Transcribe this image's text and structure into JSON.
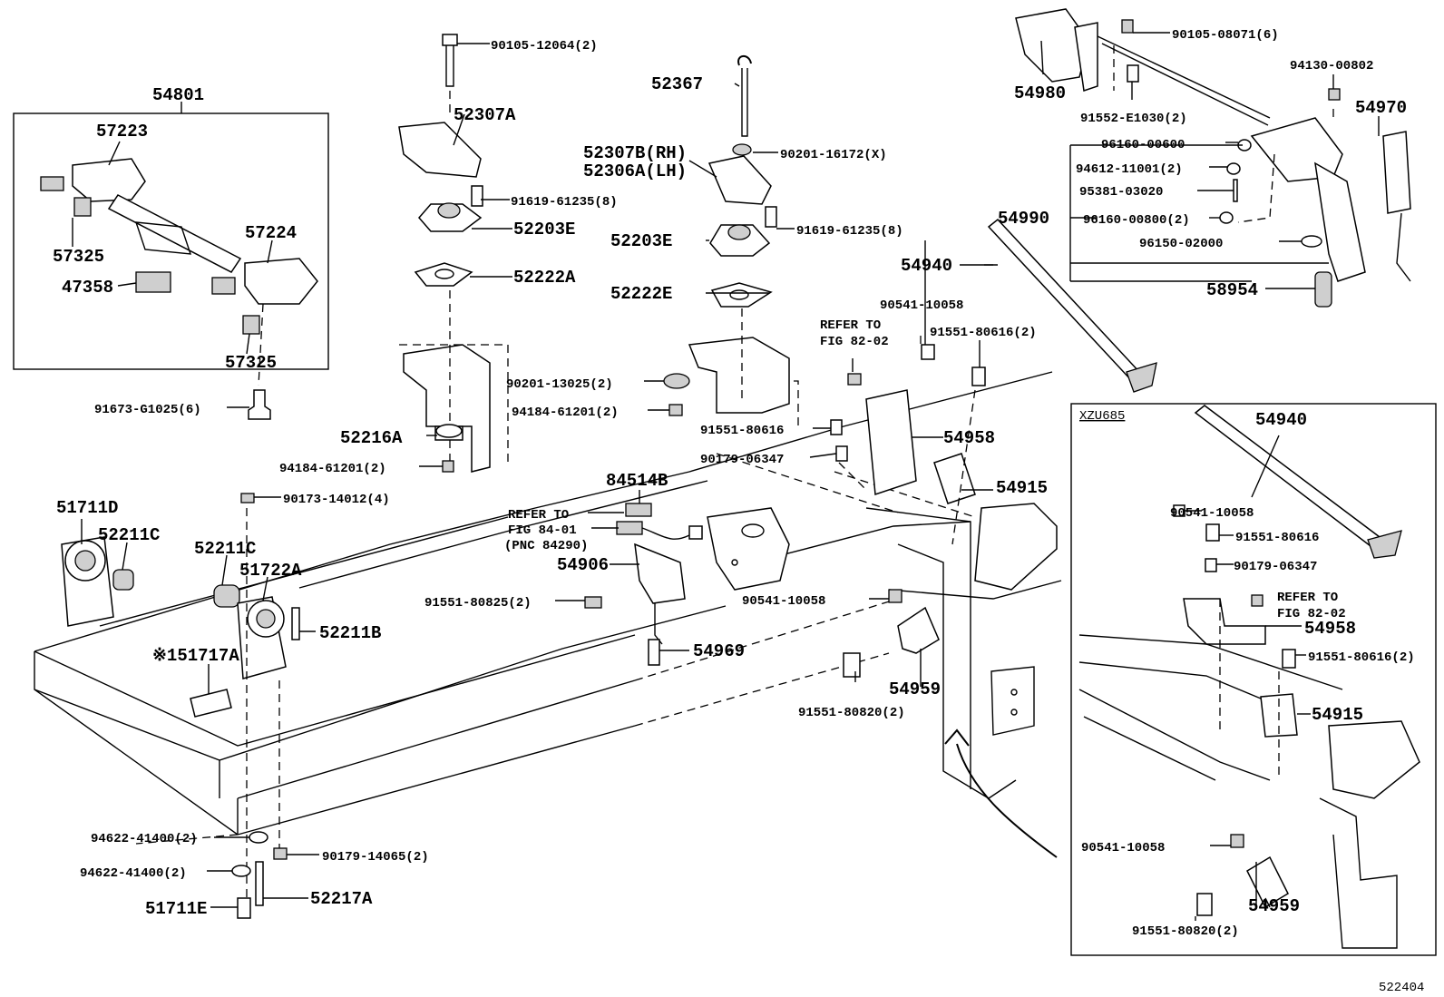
{
  "diagram_id": "522404",
  "inset_title": "XZU685",
  "main": {
    "p54801": "54801",
    "p57223": "57223",
    "p57325a": "57325",
    "p47358": "47358",
    "p57224": "57224",
    "p57325b": "57325",
    "p91673": "91673-G1025(6)",
    "p90105a": "90105-12064(2)",
    "p52307A": "52307A",
    "p91619a": "91619-61235(8)",
    "p52203Ea": "52203E",
    "p52222A": "52222A",
    "p52367": "52367",
    "p90201a": "90201-16172(X)",
    "p52307B": "52307B(RH)",
    "p52306A": "52306A(LH)",
    "p91619b": "91619-61235(8)",
    "p52203Eb": "52203E",
    "p52222E": "52222E",
    "p90201b": "90201-13025(2)",
    "p94184a": "94184-61201(2)",
    "p52216A": "52216A",
    "p94184b": "94184-61201(2)",
    "p90173": "90173-14012(4)",
    "p51711D": "51711D",
    "p52211Ca": "52211C",
    "p52211Cb": "52211C",
    "p51722A": "51722A",
    "p52211B": "52211B",
    "p51717A": "※151717A",
    "p94622a": "94622-41400(2)",
    "p90179a": "90179-14065(2)",
    "p94622b": "94622-41400(2)",
    "p52217A": "52217A",
    "p51711E": "51711E",
    "p84514B": "84514B",
    "ref84_1": "REFER TO",
    "ref84_2": "FIG 84-01",
    "ref84_3": "(PNC 84290)",
    "p54906": "54906",
    "p91551_825": "91551-80825(2)",
    "p54969": "54969",
    "p90541a": "90541-10058",
    "p91551_820a": "91551-80820(2)",
    "p54959a": "54959",
    "ref82a_1": "REFER TO",
    "ref82a_2": "FIG 82-02",
    "p90541b": "90541-10058",
    "p91551_616a": "91551-80616(2)",
    "p91551_616b": "91551-80616",
    "p90179b": "90179-06347",
    "p54958a": "54958",
    "p54915a": "54915",
    "p54940a": "54940",
    "p90105b": "90105-08071(6)",
    "p54980": "54980",
    "p91552": "91552-E1030(2)",
    "p94130": "94130-00802",
    "p54970": "54970",
    "p96160a": "96160-00600",
    "p94612": "94612-11001(2)",
    "p95381": "95381-03020",
    "p54990": "54990",
    "p96160b": "96160-00800(2)",
    "p96150": "96150-02000",
    "p58954": "58954"
  },
  "inset": {
    "p54940": "54940",
    "p90541a": "90541-10058",
    "p91551_616a": "91551-80616",
    "p90179": "90179-06347",
    "ref1": "REFER TO",
    "ref2": "FIG 82-02",
    "p54958": "54958",
    "p91551_616b": "91551-80616(2)",
    "p54915": "54915",
    "p90541b": "90541-10058",
    "p54959": "54959",
    "p91551_820": "91551-80820(2)"
  }
}
